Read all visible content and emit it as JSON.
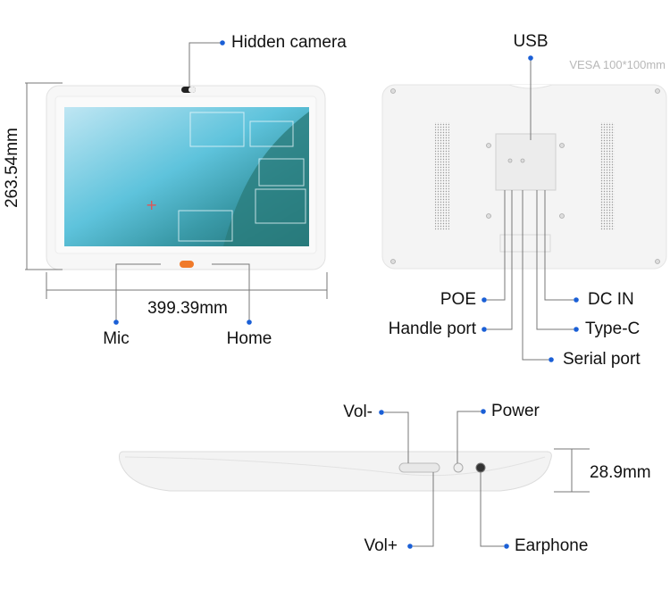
{
  "front": {
    "callouts": {
      "camera": "Hidden camera",
      "mic": "Mic",
      "home": "Home"
    },
    "dimensions": {
      "height": "263.54mm",
      "width": "399.39mm"
    }
  },
  "back": {
    "note": "VESA 100*100mm",
    "callouts": {
      "usb": "USB",
      "poe": "POE",
      "handle": "Handle port",
      "serial": "Serial port",
      "typec": "Type-C",
      "dcin": "DC IN"
    }
  },
  "side": {
    "callouts": {
      "vol_minus": "Vol-",
      "vol_plus": "Vol+",
      "power": "Power",
      "earphone": "Earphone"
    },
    "dimensions": {
      "thickness": "28.9mm"
    }
  },
  "colors": {
    "dot": "#1a5fd6",
    "accent": "#f07a2a",
    "line": "#666666"
  }
}
